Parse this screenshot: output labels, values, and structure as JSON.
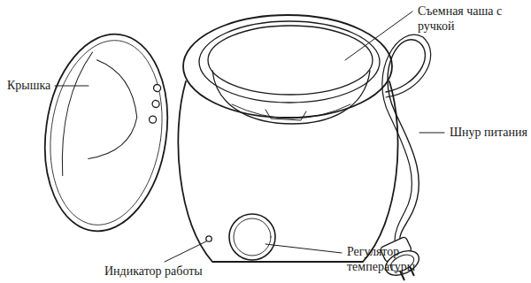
{
  "diagram": {
    "labels": [
      "Съемная чаша с ручкой",
      "Крышка",
      "Шнур питания",
      "Индикатор работы",
      "Регулятор температуры"
    ]
  }
}
